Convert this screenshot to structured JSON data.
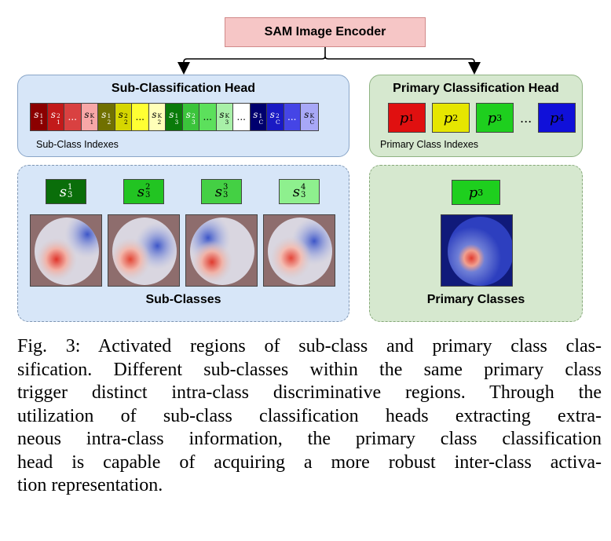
{
  "encoder": {
    "label": "SAM Image Encoder"
  },
  "sub_head": {
    "title": "Sub-Classification Head",
    "index_label": "Sub-Class Indexes",
    "cells": [
      {
        "base": "s",
        "sup": "1",
        "sub": "1",
        "color": "#8b0000",
        "text_color": "#ffffff"
      },
      {
        "base": "s",
        "sup": "2",
        "sub": "1",
        "color": "#c21a1a",
        "text_color": "#ffffff"
      },
      {
        "base": "...",
        "sup": "",
        "sub": "",
        "color": "#d94141",
        "text_color": "#ffffff"
      },
      {
        "base": "s",
        "sup": "K",
        "sub": "1",
        "color": "#f7a7a7",
        "text_color": "#000000"
      },
      {
        "base": "s",
        "sup": "1",
        "sub": "2",
        "color": "#707000",
        "text_color": "#ffffff"
      },
      {
        "base": "s",
        "sup": "2",
        "sub": "2",
        "color": "#d6d600",
        "text_color": "#000000"
      },
      {
        "base": "...",
        "sup": "",
        "sub": "",
        "color": "#ffff33",
        "text_color": "#000000"
      },
      {
        "base": "s",
        "sup": "K",
        "sub": "2",
        "color": "#ffffb8",
        "text_color": "#000000"
      },
      {
        "base": "s",
        "sup": "1",
        "sub": "3",
        "color": "#0a7a0a",
        "text_color": "#ffffff"
      },
      {
        "base": "s",
        "sup": "2",
        "sub": "3",
        "color": "#3bc43b",
        "text_color": "#ffffff"
      },
      {
        "base": "...",
        "sup": "",
        "sub": "",
        "color": "#5ce05c",
        "text_color": "#000000"
      },
      {
        "base": "s",
        "sup": "K",
        "sub": "3",
        "color": "#a8f0a8",
        "text_color": "#000000"
      },
      {
        "base": "...",
        "sup": "",
        "sub": "",
        "color": "#ffffff",
        "text_color": "#000000"
      },
      {
        "base": "s",
        "sup": "1",
        "sub": "C",
        "color": "#00006e",
        "text_color": "#ffffff"
      },
      {
        "base": "s",
        "sup": "2",
        "sub": "C",
        "color": "#1a1ac4",
        "text_color": "#ffffff"
      },
      {
        "base": "...",
        "sup": "",
        "sub": "",
        "color": "#4545e6",
        "text_color": "#ffffff"
      },
      {
        "base": "s",
        "sup": "K",
        "sub": "C",
        "color": "#a8a8f7",
        "text_color": "#000000"
      }
    ]
  },
  "primary_head": {
    "title": "Primary Classification Head",
    "index_label": "Primary Class Indexes",
    "boxes": [
      {
        "base": "p",
        "sub": "1",
        "color": "#e01010",
        "text_color": "#000000"
      },
      {
        "base": "p",
        "sub": "2",
        "color": "#e6e600",
        "text_color": "#000000"
      },
      {
        "base": "p",
        "sub": "3",
        "color": "#1ecf1e",
        "text_color": "#000000"
      },
      {
        "base": "p",
        "sub": "4",
        "color": "#1010d9",
        "text_color": "#000000"
      }
    ],
    "ellipsis": "..."
  },
  "sub_classes": {
    "title": "Sub-Classes",
    "items": [
      {
        "base": "s",
        "sup": "1",
        "sub": "3",
        "color": "#0a6e0a",
        "text_color": "#ffffff"
      },
      {
        "base": "s",
        "sup": "2",
        "sub": "3",
        "color": "#22c422",
        "text_color": "#000000"
      },
      {
        "base": "s",
        "sup": "3",
        "sub": "3",
        "color": "#44d044",
        "text_color": "#000000"
      },
      {
        "base": "s",
        "sup": "4",
        "sub": "3",
        "color": "#8ef08e",
        "text_color": "#000000"
      }
    ]
  },
  "primary_classes": {
    "title": "Primary Classes",
    "item": {
      "base": "p",
      "sub": "3",
      "color": "#1ecf1e",
      "text_color": "#000000"
    }
  },
  "caption": {
    "lines": [
      "Fig. 3: Activated regions of sub-class and primary class clas-",
      "sification. Different sub-classes within the same primary class",
      "trigger distinct intra-class discriminative regions. Through the",
      "utilization of sub-class classification heads extracting extra-",
      "neous intra-class information, the primary class classification",
      "head is capable of acquiring a more robust inter-class activa-",
      "tion representation."
    ]
  },
  "colors": {
    "blue_panel": "#d7e6f8",
    "green_panel": "#d6e8cf",
    "encoder_fill": "#f6c6c6"
  }
}
